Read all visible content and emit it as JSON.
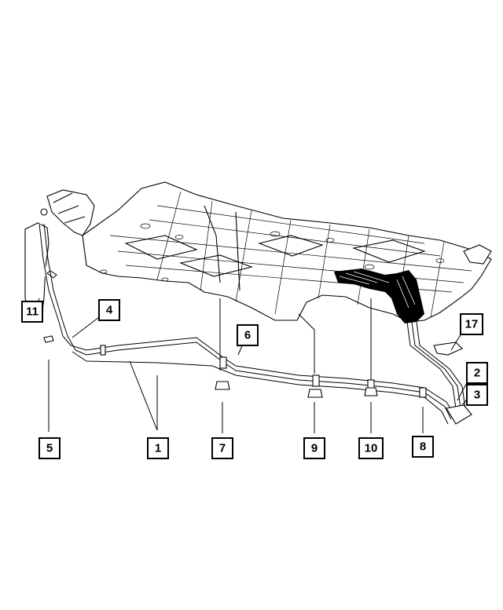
{
  "colors": {
    "ink": "#000000",
    "paper": "#ffffff"
  },
  "callouts": [
    "1",
    "2",
    "3",
    "4",
    "5",
    "6",
    "7",
    "8",
    "9",
    "10",
    "11",
    "17"
  ]
}
